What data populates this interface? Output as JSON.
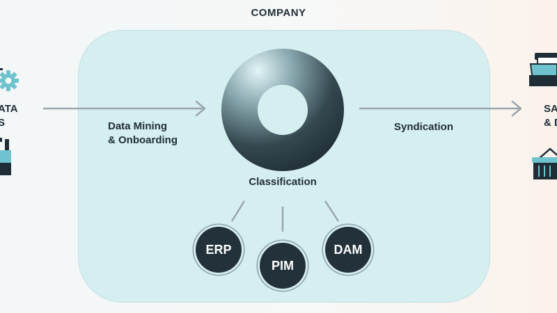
{
  "diagram": {
    "title": "COMPANY",
    "left_label_line1": "ATA",
    "left_label_line2": "S",
    "right_label_line1": "SA",
    "right_label_line2": "& D",
    "incoming_edge_line1": "Data Mining",
    "incoming_edge_line2": "& Onboarding",
    "outgoing_edge": "Syndication",
    "center_label": "Classification",
    "nodes": [
      {
        "label": "ERP"
      },
      {
        "label": "PIM"
      },
      {
        "label": "DAM"
      }
    ],
    "colors": {
      "panel": "#d5eef0",
      "node": "#22313a",
      "arrow": "#9aa6ab",
      "icon_teal": "#6fc3cf"
    },
    "icons": [
      "gear-icon",
      "factory-icon",
      "folder-icon",
      "basket-icon",
      "donut-icon"
    ]
  }
}
